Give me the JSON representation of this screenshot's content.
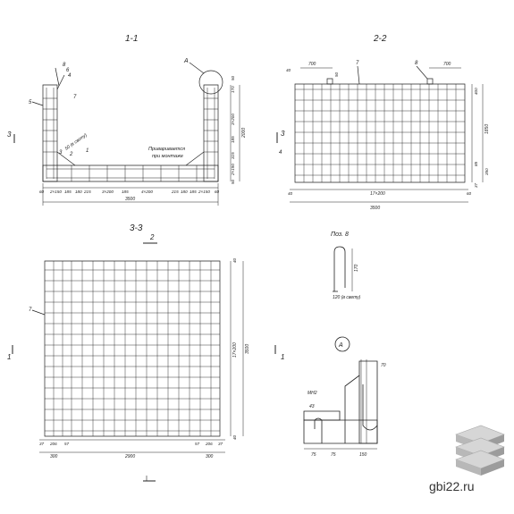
{
  "sections": {
    "s11": {
      "title": "1-1",
      "marker": "A",
      "cut": "3",
      "labels": [
        "8",
        "6",
        "4",
        "5",
        "7",
        "1",
        "2",
        "3"
      ],
      "note_line1": "Приваривается",
      "note_line2": "при монтаже",
      "diag_label": "50 (в свету)",
      "bottom_dims": [
        "60",
        "2×150",
        "185",
        "180",
        "215",
        "3×200",
        "185",
        "4×200",
        "215",
        "180",
        "185",
        "2×150",
        "60"
      ],
      "total": "3500",
      "right_dims": [
        "50",
        "170",
        "3×200",
        "185",
        "315",
        "2×190",
        "50"
      ],
      "right_total": "2000"
    },
    "s22": {
      "title": "2-2",
      "top_dims": [
        "700",
        "700"
      ],
      "small_top": "50",
      "left_top": "40",
      "labels": [
        "7",
        "8",
        "4"
      ],
      "cut": "3",
      "right_dims": [
        "1850",
        "85",
        "350",
        "37"
      ],
      "right_top": "400",
      "bottom_dims": [
        "40",
        "17×200",
        "60"
      ],
      "total": "3500"
    },
    "s33": {
      "title": "3-3",
      "cut_top": "2",
      "cut_left": "1",
      "cut_right": "1",
      "label": "7",
      "right_dims": [
        "40",
        "17×200",
        "40"
      ],
      "right_total": "3500",
      "bottom_small_left": [
        "37",
        "206",
        "57"
      ],
      "bottom_small_right": [
        "57",
        "206",
        "37"
      ],
      "bottom_dims": [
        "300",
        "2900",
        "300"
      ]
    },
    "pos8": {
      "title": "Поз. 8",
      "height": "170",
      "width": "120 (в свету)"
    },
    "detailA": {
      "title": "A",
      "labels": [
        "МН2",
        "43",
        "70"
      ],
      "dims": [
        "75",
        "75",
        "150"
      ]
    }
  },
  "logo": {
    "text": "gbi22.ru",
    "colors": [
      "#cfcfcf",
      "#a8a8a8",
      "#888888"
    ]
  }
}
